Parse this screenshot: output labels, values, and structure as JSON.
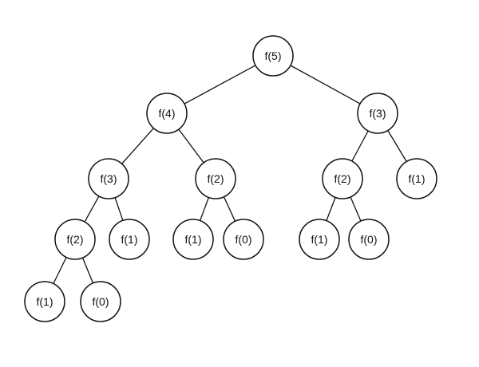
{
  "tree": {
    "nodes": [
      {
        "id": "n0",
        "label": "f(5)",
        "children": [
          "n1",
          "n2"
        ]
      },
      {
        "id": "n1",
        "label": "f(4)",
        "children": [
          "n3",
          "n4"
        ]
      },
      {
        "id": "n2",
        "label": "f(3)",
        "children": [
          "n5",
          "n6"
        ]
      },
      {
        "id": "n3",
        "label": "f(3)",
        "children": [
          "n7",
          "n8"
        ]
      },
      {
        "id": "n4",
        "label": "f(2)",
        "children": [
          "n9",
          "n10"
        ]
      },
      {
        "id": "n5",
        "label": "f(2)",
        "children": [
          "n11",
          "n12"
        ]
      },
      {
        "id": "n6",
        "label": "f(1)",
        "children": []
      },
      {
        "id": "n7",
        "label": "f(2)",
        "children": [
          "n13",
          "n14"
        ]
      },
      {
        "id": "n8",
        "label": "f(1)",
        "children": []
      },
      {
        "id": "n9",
        "label": "f(1)",
        "children": []
      },
      {
        "id": "n10",
        "label": "f(0)",
        "children": []
      },
      {
        "id": "n11",
        "label": "f(1)",
        "children": []
      },
      {
        "id": "n12",
        "label": "f(0)",
        "children": []
      },
      {
        "id": "n13",
        "label": "f(1)",
        "children": []
      },
      {
        "id": "n14",
        "label": "f(0)",
        "children": []
      }
    ]
  }
}
